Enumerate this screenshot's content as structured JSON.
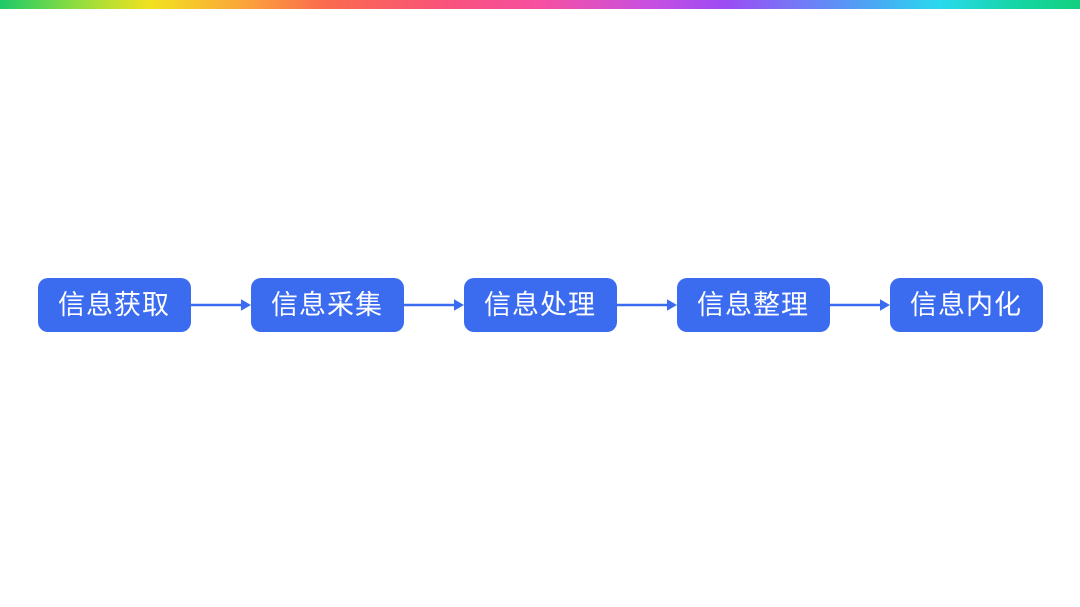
{
  "top_bar": {
    "gradient_stops": [
      "#1ec96a 0%",
      "#8edd3f 7%",
      "#f2e11f 14%",
      "#fba13c 23%",
      "#fa6b4d 30%",
      "#f9517e 42%",
      "#f650a1 50%",
      "#c94fe0 60%",
      "#9d4bf4 67%",
      "#6d80f7 75%",
      "#49a8f4 81%",
      "#2ad9ee 87%",
      "#16d5a6 94%",
      "#12d07e 100%"
    ]
  },
  "flowchart": {
    "box_color": "#3b6cf0",
    "text_color": "#ffffff",
    "arrow_color": "#3b6cf0",
    "steps": [
      {
        "label": "信息获取"
      },
      {
        "label": "信息采集"
      },
      {
        "label": "信息处理"
      },
      {
        "label": "信息整理"
      },
      {
        "label": "信息内化"
      }
    ]
  }
}
